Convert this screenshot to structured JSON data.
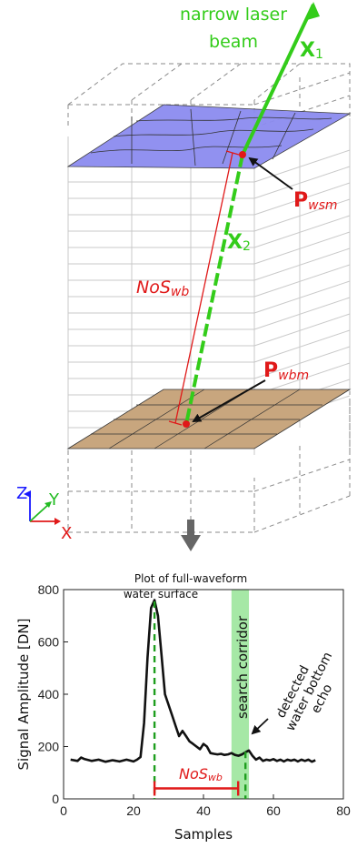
{
  "diagram": {
    "beam_label_line1": "narrow laser",
    "beam_label_line2": "beam",
    "x1_label": "X",
    "x1_sub": "1",
    "x2_label": "X",
    "x2_sub": "2",
    "pwsm_label": "P",
    "pwsm_sub": "wsm",
    "pwbm_label": "P",
    "pwbm_sub": "wbm",
    "nos_label": "NoS",
    "nos_sub": "wb",
    "axis_z": "Z",
    "axis_y": "Y",
    "axis_x": "X",
    "colors": {
      "beam": "#33cc1a",
      "water_surface": "#8c8cf0",
      "water_bottom": "#c8a67e",
      "marker": "#e01919",
      "grid": "#c9c9c9",
      "axis_z": "#1a1aff",
      "axis_y": "#22bb22",
      "axis_x": "#e01919"
    }
  },
  "arrow_icon": "down-arrow-icon",
  "chart_data": {
    "type": "line",
    "title": "Plot of full-waveform",
    "xlabel": "Samples",
    "ylabel": "Signal Amplitude [DN]",
    "xlim": [
      0,
      80
    ],
    "ylim": [
      0,
      800
    ],
    "xticks": [
      0,
      20,
      40,
      60,
      80
    ],
    "yticks": [
      0,
      200,
      400,
      600,
      800
    ],
    "series": [
      {
        "x": [
          2,
          4,
          5,
          6,
          8,
          10,
          12,
          14,
          16,
          18,
          20,
          21,
          22,
          23,
          24,
          25,
          26,
          27,
          28,
          29,
          30,
          31,
          32,
          33,
          34,
          35,
          36,
          37,
          38,
          39,
          40,
          41,
          42,
          43,
          44,
          45,
          46,
          47,
          48,
          49,
          50,
          51,
          52,
          53,
          54,
          55,
          56,
          57,
          58,
          59,
          60,
          61,
          62,
          63,
          64,
          65,
          66,
          67,
          68,
          69,
          70,
          71,
          72
        ],
        "y": [
          150,
          145,
          158,
          152,
          145,
          150,
          142,
          148,
          143,
          150,
          143,
          150,
          160,
          290,
          540,
          730,
          760,
          700,
          550,
          400,
          360,
          320,
          280,
          240,
          260,
          240,
          220,
          210,
          200,
          190,
          210,
          200,
          175,
          172,
          170,
          172,
          168,
          170,
          175,
          168,
          165,
          170,
          178,
          185,
          165,
          150,
          158,
          145,
          150,
          147,
          152,
          145,
          150,
          143,
          150,
          146,
          150,
          143,
          150,
          145,
          150,
          142,
          148
        ]
      }
    ],
    "annotations": {
      "water_surface": "water surface",
      "water_surface_x": 26,
      "search_corridor": "search corridor",
      "search_corridor_range": [
        48,
        53
      ],
      "detected_line1": "detected",
      "detected_line2": "water bottom",
      "detected_line3": "echo",
      "bottom_x": 52,
      "nos_label": "NoS",
      "nos_sub": "wb"
    }
  }
}
